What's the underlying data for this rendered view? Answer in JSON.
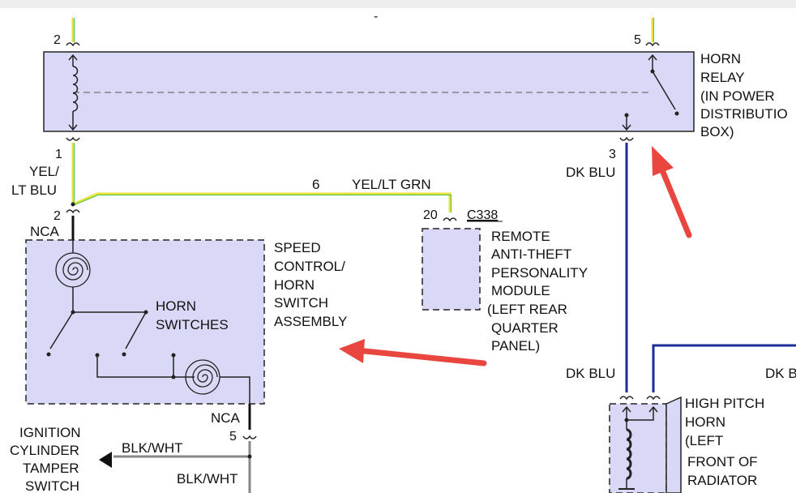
{
  "relay": {
    "title_lines": [
      "HORN",
      "RELAY",
      "(IN POWER",
      "DISTRIBUTIO",
      "BOX)"
    ],
    "pin_top_left": "2",
    "pin_top_right": "5",
    "pin_bottom_left": "1",
    "pin_bottom_right": "3"
  },
  "wires": {
    "yel_lt_blu_lines": [
      "YEL/",
      "LT BLU"
    ],
    "circuit_number": "6",
    "yel_lt_grn": "YEL/LT GRN",
    "dk_blu_upper": "DK BLU",
    "dk_blu_lower": "DK BLU",
    "dk_blu_right_partial": "DK B",
    "blk_wht_1": "BLK/WHT",
    "blk_wht_2": "BLK/WHT",
    "wire_yellow": "#e6e23a",
    "wire_green": "#4cc24c",
    "wire_blue": "#1b2e9a"
  },
  "speed_control": {
    "title_lines": [
      "SPEED",
      "CONTROL/",
      "HORN",
      "SWITCH",
      "ASSEMBLY"
    ],
    "horn_switches_lines": [
      "HORN",
      "SWITCHES"
    ],
    "nca_top": "NCA",
    "pin_top": "2",
    "nca_bottom": "NCA",
    "pin_bottom": "5"
  },
  "module": {
    "pin": "20",
    "connector": "C338",
    "title_lines": [
      "REMOTE",
      "ANTI-THEFT",
      "PERSONALITY",
      "MODULE",
      "(LEFT REAR",
      "QUARTER",
      "PANEL)"
    ]
  },
  "ignition": {
    "title_lines": [
      "IGNITION",
      "CYLINDER",
      "TAMPER",
      "SWITCH"
    ]
  },
  "horn": {
    "title_lines": [
      "HIGH PITCH",
      "HORN",
      "(LEFT",
      "FRONT OF",
      "RADIATOR"
    ]
  },
  "colors": {
    "component_fill": "#d9d9f7",
    "arrow_red": "#e8463e"
  }
}
